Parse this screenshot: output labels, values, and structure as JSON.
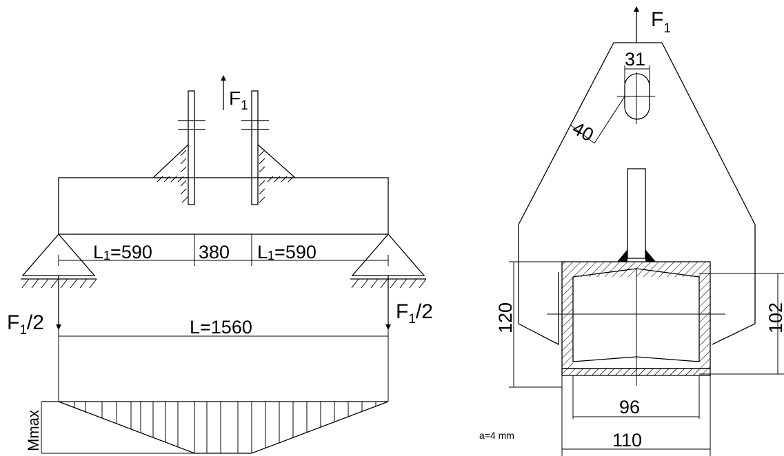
{
  "beam_view": {
    "force_top": {
      "main": "F",
      "sub": "1"
    },
    "force_left": {
      "main": "F",
      "sub": "1",
      "suffix": "/2"
    },
    "force_right": {
      "main": "F",
      "sub": "1",
      "suffix": "/2"
    },
    "dim_l1_left": {
      "pre": "L",
      "sub": "1",
      "post": "=590"
    },
    "dim_middle": "380",
    "dim_l1_right": {
      "pre": "L",
      "sub": "1",
      "post": "=590"
    },
    "dim_total": "L=1560",
    "moment_label": "Mmax"
  },
  "section_view": {
    "force_top": {
      "main": "F",
      "sub": "1"
    },
    "dim_slot_width": "31",
    "dim_weld_throat": "40",
    "dim_outer_height": "120",
    "dim_inner_height": "102",
    "dim_inner_width": "96",
    "dim_outer_width": "110",
    "weld_note": "a=4 mm"
  }
}
